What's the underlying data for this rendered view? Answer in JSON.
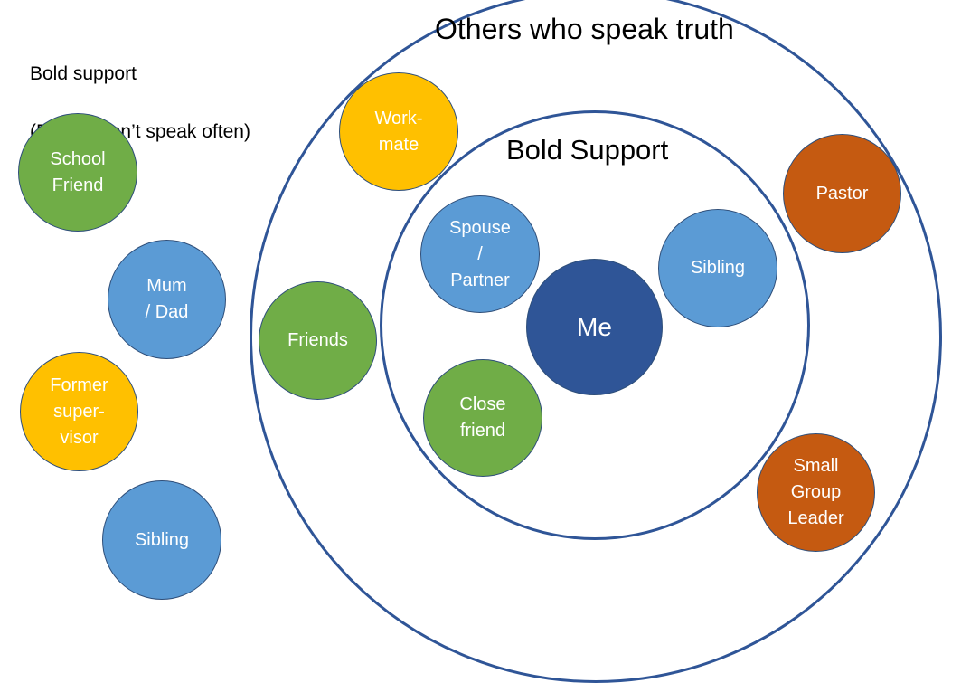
{
  "legend": {
    "title": "Bold support",
    "subtitle": "(But we don’t speak often)"
  },
  "rings": {
    "outer_label": "Others who speak truth",
    "inner_label": "Bold Support",
    "stroke_color": "#2f5597"
  },
  "colors": {
    "center": "#2f5597",
    "family": "#5b9bd5",
    "friend": "#70ad47",
    "work": "#ffc000",
    "church": "#c55a11"
  },
  "center": {
    "label": "Me"
  },
  "inner_circle_nodes": [
    {
      "id": "spouse",
      "label": "Spouse\n/\nPartner",
      "category": "family"
    },
    {
      "id": "sibling-inner",
      "label": "Sibling",
      "category": "family"
    },
    {
      "id": "close-friend",
      "label": "Close\nfriend",
      "category": "friend"
    }
  ],
  "outer_circle_nodes": [
    {
      "id": "workmate",
      "label": "Work-\nmate",
      "category": "work"
    },
    {
      "id": "friends",
      "label": "Friends",
      "category": "friend"
    },
    {
      "id": "pastor",
      "label": "Pastor",
      "category": "church"
    },
    {
      "id": "small-group-leader",
      "label": "Small\nGroup\nLeader",
      "category": "church"
    }
  ],
  "outside_nodes": [
    {
      "id": "school-friend",
      "label": "School\nFriend",
      "category": "friend"
    },
    {
      "id": "mum-dad",
      "label": "Mum\n/ Dad",
      "category": "family"
    },
    {
      "id": "former-supervisor",
      "label": "Former\nsuper-\nvisor",
      "category": "work"
    },
    {
      "id": "sibling-outside",
      "label": "Sibling",
      "category": "family"
    }
  ]
}
